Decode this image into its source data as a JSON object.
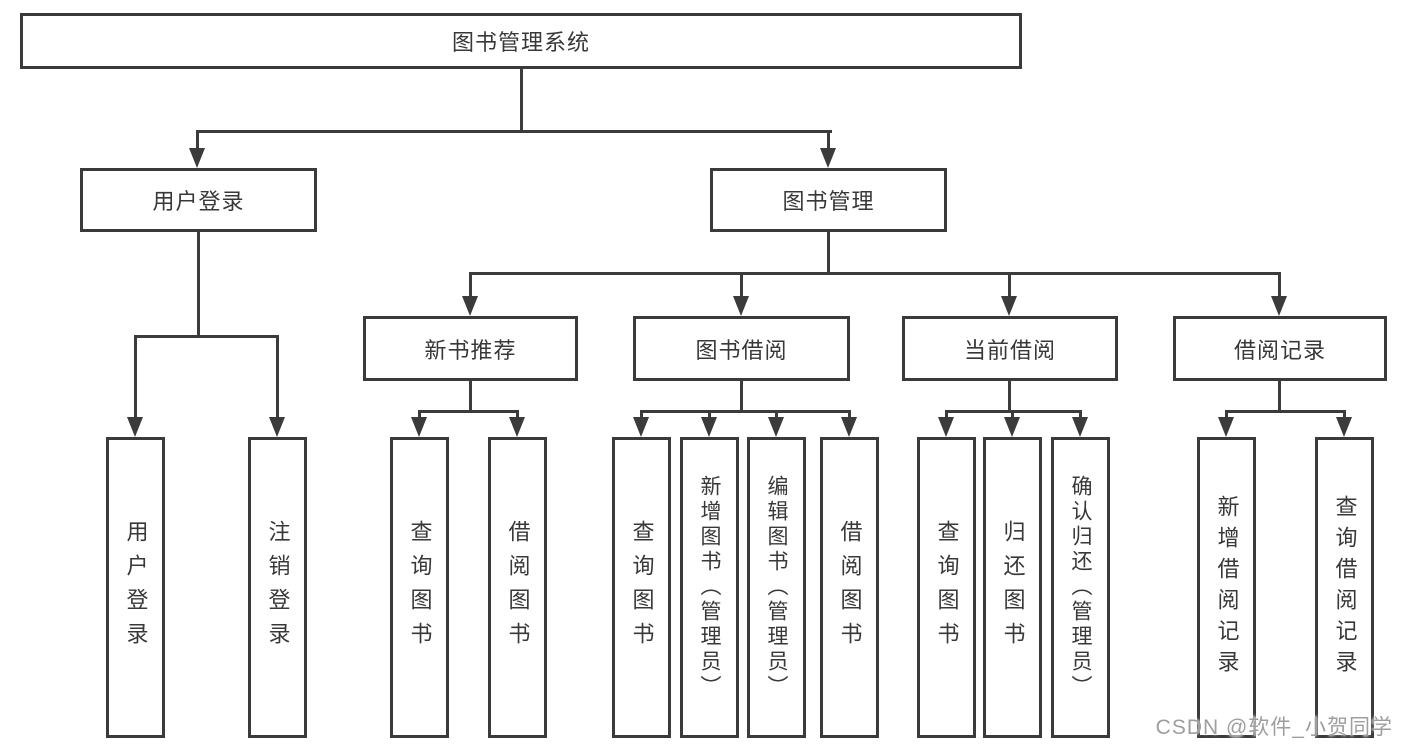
{
  "tree": {
    "root": {
      "label": "图书管理系统"
    },
    "user_login": {
      "label": "用户登录",
      "children": [
        {
          "label": "用户登录"
        },
        {
          "label": "注销登录"
        }
      ]
    },
    "book_mgmt": {
      "label": "图书管理",
      "sections": [
        {
          "label": "新书推荐",
          "children": [
            {
              "label": "查询图书"
            },
            {
              "label": "借阅图书"
            }
          ]
        },
        {
          "label": "图书借阅",
          "children": [
            {
              "label": "查询图书"
            },
            {
              "label": "新增图书（管理员）"
            },
            {
              "label": "编辑图书（管理员）"
            },
            {
              "label": "借阅图书"
            }
          ]
        },
        {
          "label": "当前借阅",
          "children": [
            {
              "label": "查询图书"
            },
            {
              "label": "归还图书"
            },
            {
              "label": "确认归还（管理员）"
            }
          ]
        },
        {
          "label": "借阅记录",
          "children": [
            {
              "label": "新增借阅记录"
            },
            {
              "label": "查询借阅记录"
            }
          ]
        }
      ]
    }
  },
  "watermark": {
    "text": "CSDN @软件_小贺同学"
  },
  "colors": {
    "line": "#3b3b3b",
    "box_border": "#3a3a3a",
    "text": "#383838",
    "background": "#ffffff",
    "watermark": "#9e9e9e"
  }
}
